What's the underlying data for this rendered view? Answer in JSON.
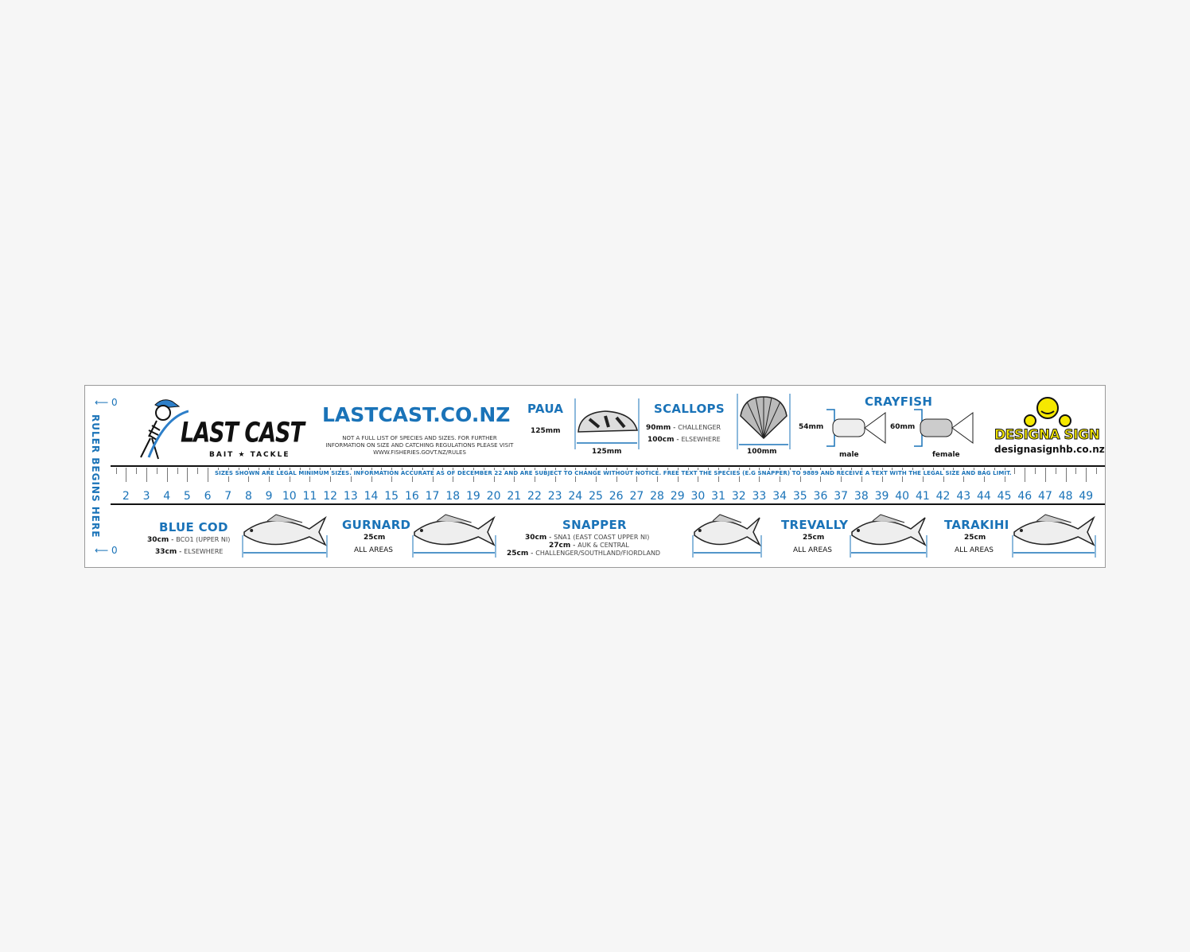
{
  "ruler": {
    "side_label": "RULER BEGINS HERE",
    "zero_top": "0",
    "zero_bottom": "0",
    "numbers": [
      2,
      3,
      4,
      5,
      6,
      7,
      8,
      9,
      10,
      11,
      12,
      13,
      14,
      15,
      16,
      17,
      18,
      19,
      20,
      21,
      22,
      23,
      24,
      25,
      26,
      27,
      28,
      29,
      30,
      31,
      32,
      33,
      34,
      35,
      36,
      37,
      38,
      39,
      40,
      41,
      42,
      43,
      44,
      45,
      46,
      47,
      48,
      49
    ],
    "unit": "cm",
    "notice": "SIZES SHOWN ARE LEGAL MINIMUM SIZES. INFORMATION ACCURATE AS OF DECEMBER 22 AND ARE SUBJECT TO CHANGE WITHOUT NOTICE. FREE TEXT THE SPECIES (E.G SNAPPER) TO 9889 AND RECEIVE A TEXT WITH THE LEGAL SIZE AND BAG LIMIT."
  },
  "brand": {
    "logo_text": "LAST CAST",
    "logo_sub": "BAIT ★ TACKLE",
    "website": "LASTCAST.CO.NZ",
    "disclaimer": "NOT A FULL LIST OF SPECIES AND SIZES. FOR FURTHER INFORMATION ON SIZE AND CATCHING REGULATIONS PLEASE VISIT WWW.FISHERIES.GOVT.NZ/RULES"
  },
  "sponsor": {
    "logo_text": "DESIGNA SIGN",
    "url": "designasignhb.co.nz"
  },
  "colors": {
    "accent": "#1a73b8",
    "sponsor_yellow": "#f5e800"
  },
  "top_species": {
    "paua": {
      "name": "PAUA",
      "size": "125mm",
      "measure": "125mm"
    },
    "scallops": {
      "name": "SCALLOPS",
      "rules": [
        {
          "size": "90mm",
          "area": "CHALLENGER"
        },
        {
          "size": "100cm",
          "area": "ELSEWHERE"
        }
      ],
      "measure": "100mm"
    },
    "crayfish": {
      "name": "CRAYFISH",
      "male_size": "54mm",
      "male_label": "male",
      "female_size": "60mm",
      "female_label": "female"
    }
  },
  "bottom_species": {
    "blue_cod": {
      "name": "BLUE COD",
      "rules": [
        {
          "size": "30cm",
          "area": "BCO1 (UPPER NI)"
        },
        {
          "size": "33cm",
          "area": "ELSEWHERE"
        }
      ]
    },
    "gurnard": {
      "name": "GURNARD",
      "size": "25cm",
      "area": "ALL AREAS"
    },
    "snapper": {
      "name": "SNAPPER",
      "rules": [
        {
          "size": "30cm",
          "area": "SNA1 (EAST COAST UPPER NI)"
        },
        {
          "size": "27cm",
          "area": "AUK & CENTRAL"
        },
        {
          "size": "25cm",
          "area": "CHALLENGER/SOUTHLAND/FIORDLAND"
        }
      ]
    },
    "trevally": {
      "name": "TREVALLY",
      "size": "25cm",
      "area": "ALL AREAS"
    },
    "tarakihi": {
      "name": "TARAKIHI",
      "size": "25cm",
      "area": "ALL AREAS"
    }
  }
}
